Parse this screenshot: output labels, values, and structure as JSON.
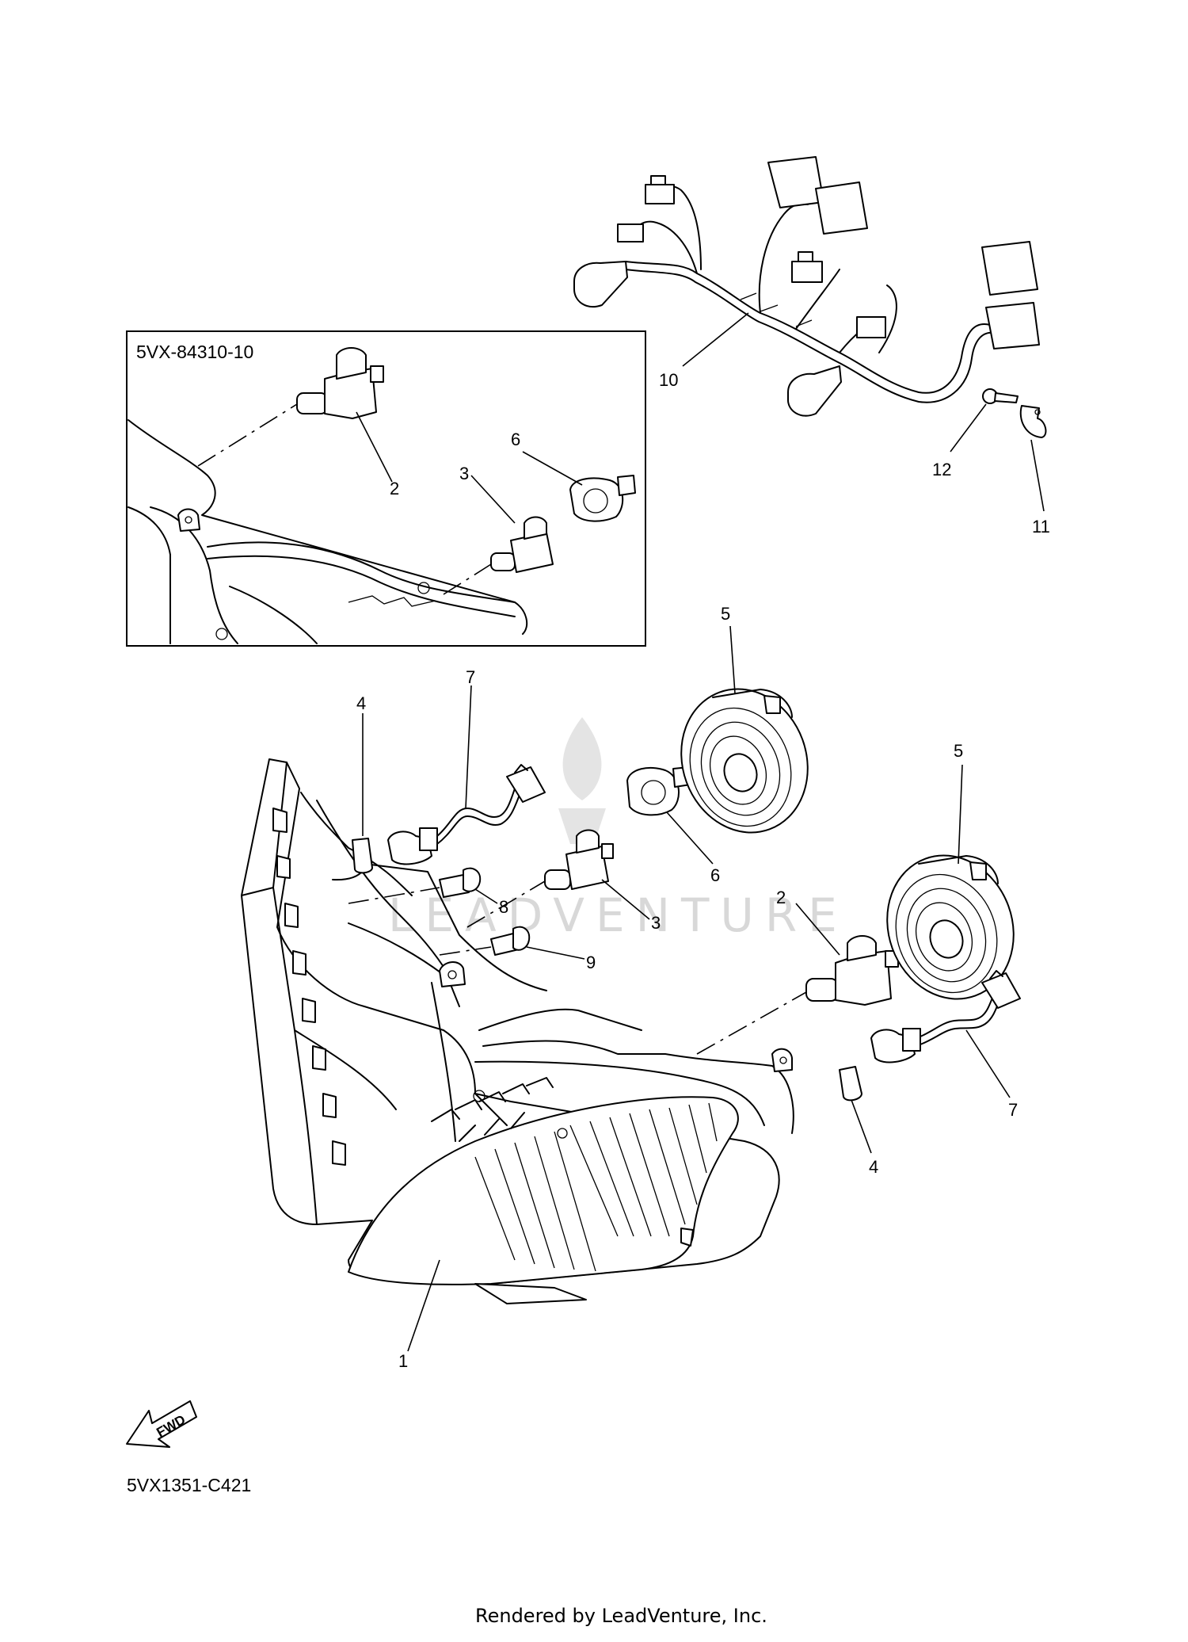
{
  "diagram": {
    "inset_part_number": "5VX-84310-10",
    "drawing_code": "5VX1351-C421",
    "footer": "Rendered by LeadVenture, Inc.",
    "watermark": "LEADVENTURE",
    "fwd_label": "FWD",
    "callouts": {
      "c1": "1",
      "c2a": "2",
      "c2b": "2",
      "c3a": "3",
      "c3b": "3",
      "c4a": "4",
      "c4b": "4",
      "c5a": "5",
      "c5b": "5",
      "c6a": "6",
      "c6b": "6",
      "c7a": "7",
      "c7b": "7",
      "c8": "8",
      "c9": "9",
      "c10": "10",
      "c11": "11",
      "c12": "12"
    }
  }
}
